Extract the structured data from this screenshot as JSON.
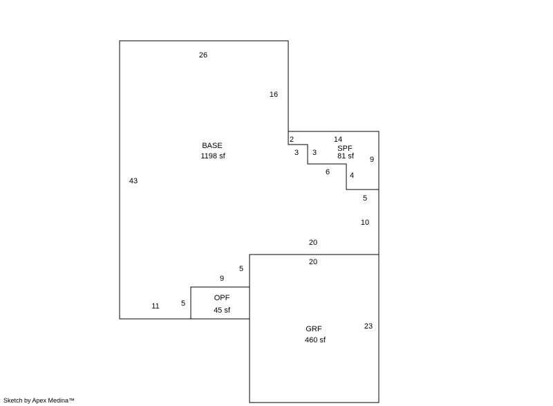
{
  "areas": {
    "base": {
      "name": "BASE",
      "area": "1198 sf"
    },
    "spf": {
      "name": "SPF",
      "area": "81 sf"
    },
    "opf": {
      "name": "OPF",
      "area": "45 sf"
    },
    "grf": {
      "name": "GRF",
      "area": "460 sf"
    }
  },
  "dimensions": {
    "base_top": "26",
    "base_right_upper": "16",
    "base_left": "43",
    "base_bottom": "11",
    "base_step_top": "2",
    "base_step_drop_1": "3",
    "spf_step_drop_1": "3",
    "spf_step_run_2": "6",
    "spf_top": "14",
    "spf_right": "9",
    "spf_step_drop_2": "4",
    "base_right_lower_step": "5",
    "base_right_lower": "10",
    "base_bottom_right": "20",
    "grf_top": "20",
    "grf_right": "23",
    "opf_left": "5",
    "opf_top": "9",
    "opf_right": "5"
  },
  "credit": "Sketch by Apex Medina™"
}
